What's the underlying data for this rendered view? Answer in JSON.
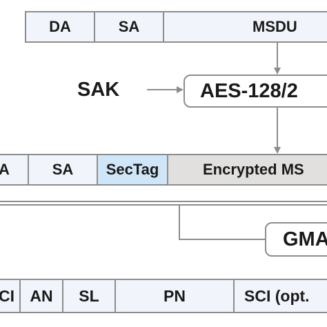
{
  "frame1": {
    "da": "DA",
    "sa": "SA",
    "msdu": "MSDU"
  },
  "key_label": "SAK",
  "cipher_label": "AES-128/2",
  "frame2": {
    "da_cut": "A",
    "sa": "SA",
    "sectag": "SecTag",
    "encrypted": "Encrypted MS"
  },
  "icv_label": "GMA",
  "sectag_fields": {
    "tci_cut": "CI",
    "an": "AN",
    "sl": "SL",
    "pn": "PN",
    "sci": "SCI (opt."
  },
  "colors": {
    "cell_fill": "#f1f5fb",
    "sectag_fill": "#cfe6f8",
    "encrypted_fill": "#e1e0de",
    "stroke": "#8c8c8c"
  }
}
